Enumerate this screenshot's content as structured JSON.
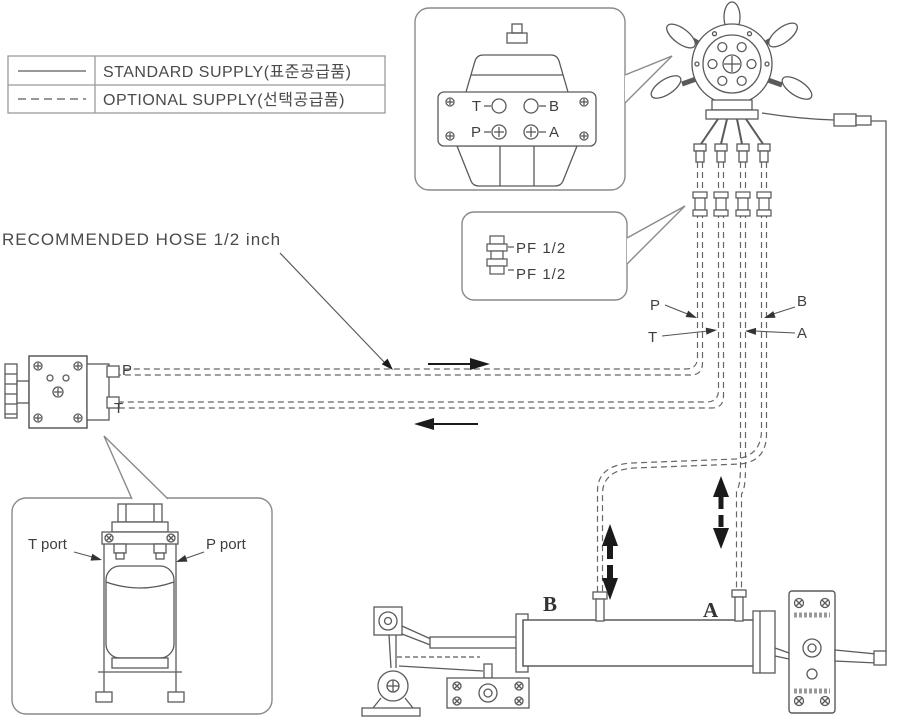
{
  "legend": {
    "standard": "STANDARD SUPPLY(표준공급품)",
    "optional": "OPTIONAL SUPPLY(선택공급품)"
  },
  "notes": {
    "recommended_hose": "RECOMMENDED HOSE 1/2 inch"
  },
  "valve_callout": {
    "port_t": "T",
    "port_b": "B",
    "port_p": "P",
    "port_a": "A"
  },
  "fitting_callout": {
    "label_top": "PF 1/2",
    "label_bottom": "PF 1/2"
  },
  "hose_labels": {
    "p": "P",
    "b": "B",
    "t": "T",
    "a": "A"
  },
  "pump_labels": {
    "p": "P",
    "t": "T"
  },
  "reservoir_callout": {
    "t_port": "T port",
    "p_port": "P port"
  },
  "cylinder_labels": {
    "b": "B",
    "a": "A"
  },
  "colors": {
    "line": "#5a5a5a",
    "hose": "#666666",
    "callout_border": "#8a8a8a",
    "text": "#3f3f3f",
    "arrow_fill": "#1a1a1a"
  }
}
